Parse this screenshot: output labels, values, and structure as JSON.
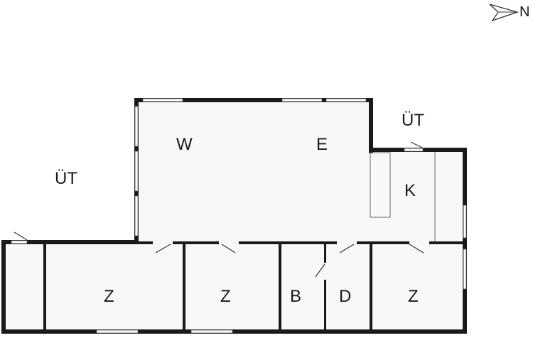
{
  "compass": {
    "label": "N"
  },
  "labels": {
    "outdoor_left": "ÜT",
    "outdoor_right": "ÜT",
    "living_w": "W",
    "living_e": "E",
    "kitchen": "K",
    "room_1": "Z",
    "room_2": "Z",
    "bath": "B",
    "shower": "D",
    "room_3": "Z"
  },
  "colors": {
    "wall": "#1a1a1a",
    "floor": "#f8f8f8",
    "line": "#333333"
  }
}
